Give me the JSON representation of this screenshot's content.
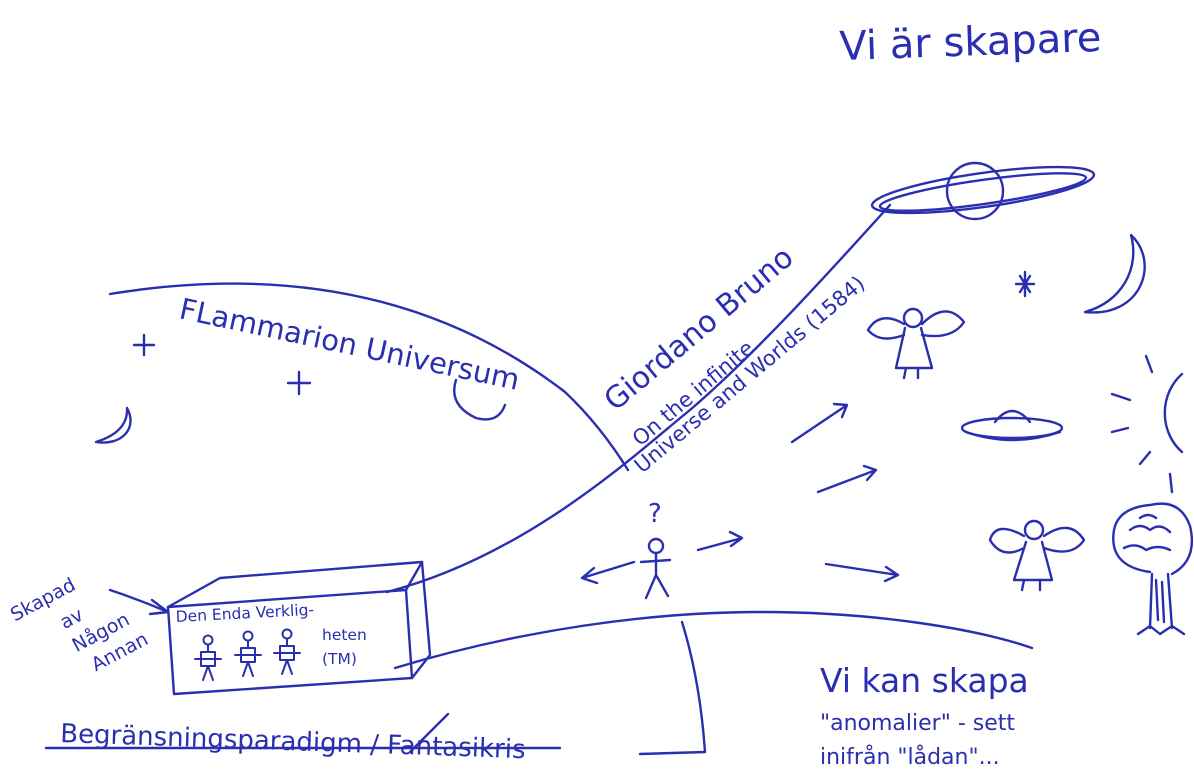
{
  "colors": {
    "ink": "#2a2fb0",
    "paper": "#ffffff"
  },
  "texts": {
    "headline": "Vi är skapare",
    "flammarion": "FLammarion Universum",
    "bruno_name": "Giordano Bruno",
    "bruno_book_1": "On the infinite",
    "bruno_book_2": "Universe and Worlds (1584)",
    "created_by_1": "Skapad",
    "created_by_2": "av",
    "created_by_3": "Någon",
    "created_by_4": "Annan",
    "box_1": "Den Enda Verklig-",
    "box_2": "heten",
    "box_3": "(TM)",
    "question": "?",
    "paradigm": "Begränsningsparadigm / Fantasikris",
    "create_1": "Vi kan skapa",
    "create_2": "\"anomalier\" - sett",
    "create_3": "inifrån \"lådan\"..."
  },
  "icons": [
    "saturn-icon",
    "moon-icon",
    "star-icon",
    "angel-icon",
    "sun-icon",
    "ufo-icon",
    "tree-icon",
    "stick-figure-icon",
    "arrow-icon",
    "plus-star-icon"
  ]
}
